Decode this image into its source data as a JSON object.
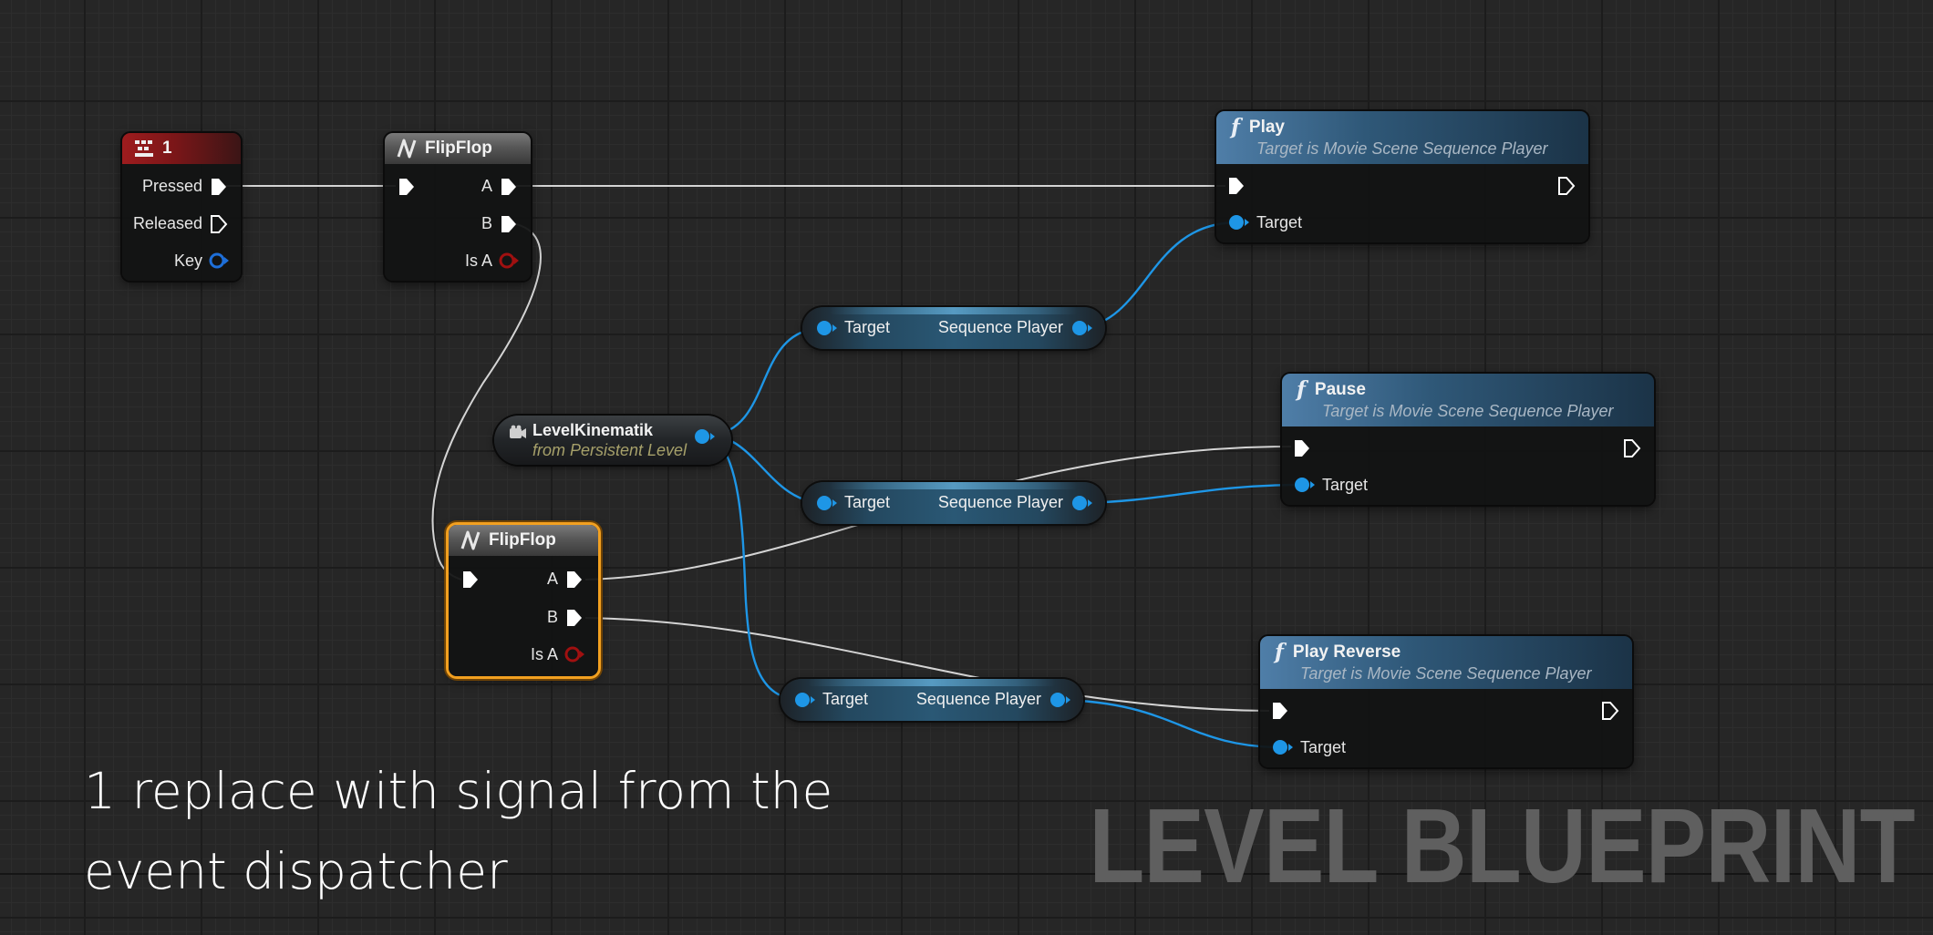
{
  "nodes": {
    "key_event": {
      "title": "1",
      "pins": {
        "pressed": "Pressed",
        "released": "Released",
        "key": "Key"
      }
    },
    "flipflop_1": {
      "title": "FlipFlop",
      "pins": {
        "a": "A",
        "b": "B",
        "is_a": "Is A"
      }
    },
    "flipflop_2": {
      "title": "FlipFlop",
      "pins": {
        "a": "A",
        "b": "B",
        "is_a": "Is A"
      }
    },
    "level_kinematik": {
      "title": "LevelKinematik",
      "subtitle": "from Persistent Level"
    },
    "sequence_player_getter": {
      "input": "Target",
      "output": "Sequence Player"
    },
    "play": {
      "title": "Play",
      "subtitle": "Target is Movie Scene Sequence Player",
      "target": "Target"
    },
    "pause": {
      "title": "Pause",
      "subtitle": "Target is Movie Scene Sequence Player",
      "target": "Target"
    },
    "play_reverse": {
      "title": "Play Reverse",
      "subtitle": "Target is Movie Scene Sequence Player",
      "target": "Target"
    }
  },
  "caption": {
    "line1": "1 replace with signal from the",
    "line2": "event dispatcher"
  },
  "watermark": "LEVEL BLUEPRINT",
  "colors": {
    "exec_wire": "#d4d4d4",
    "object_wire": "#1e96e6",
    "boolean_pin": "#a01010",
    "event_header": "#9e1c1e",
    "function_header": "#4f7ea8",
    "selection": "#f2a020"
  },
  "icons": {
    "key_event": "keyboard-icon",
    "flipflop": "macro-icon",
    "function": "function-icon",
    "level_actor": "level-actor-icon"
  }
}
